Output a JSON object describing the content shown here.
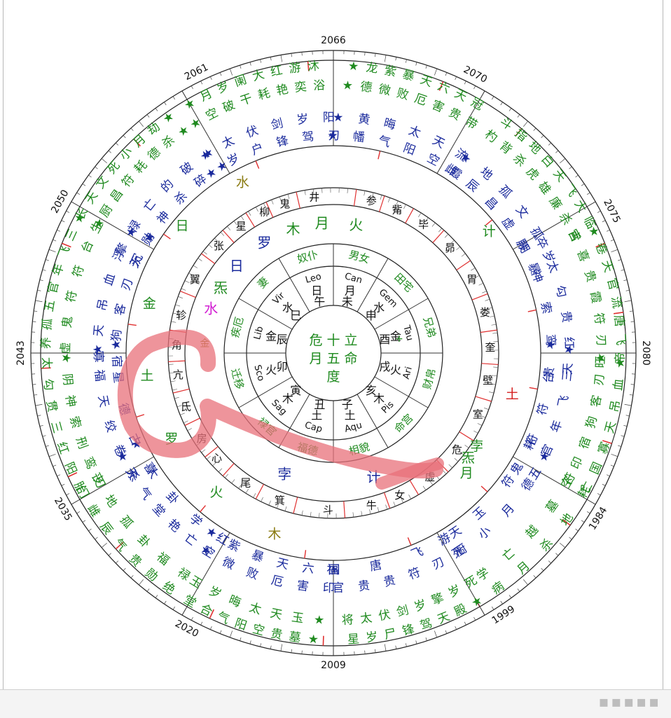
{
  "colors": {
    "blue": "#1a2a9c",
    "green": "#1f8a1f",
    "black": "#111111",
    "olive": "#8a7a10",
    "magenta": "#d21fd2",
    "red": "#d42020",
    "tickred": "#e03030",
    "highlight": "#e8707a"
  },
  "years": [
    {
      "t": "2066",
      "a": 90
    },
    {
      "t": "2070",
      "a": 63
    },
    {
      "t": "2075",
      "a": 27
    },
    {
      "t": "2080",
      "a": 0
    },
    {
      "t": "1984",
      "a": -32
    },
    {
      "t": "1999",
      "a": -57
    },
    {
      "t": "2009",
      "a": -90
    },
    {
      "t": "2020",
      "a": -118
    },
    {
      "t": "2035",
      "a": -150
    },
    {
      "t": "2043",
      "a": 180
    },
    {
      "t": "2050",
      "a": 151
    },
    {
      "t": "2061",
      "a": 116
    }
  ],
  "outer_sectors": [
    {
      "a": 107,
      "rows": [
        {
          "r": 410,
          "t": "★月岁阑大红游沐",
          "c": "green"
        },
        {
          "r": 382,
          "t": "★空破干耗艳奕浴",
          "c": "green"
        },
        {
          "r": 336,
          "t": "★太伏剑岁阳",
          "c": "blue"
        },
        {
          "r": 310,
          "t": "★岁户锋驾刃",
          "c": "blue"
        }
      ]
    },
    {
      "a": 73,
      "rows": [
        {
          "r": 410,
          "t": "★龙紫暴天六天冠",
          "c": "green"
        },
        {
          "r": 382,
          "t": "★德微败厄害贵带",
          "c": "green"
        },
        {
          "r": 336,
          "t": "★黄晦太天流",
          "c": "blue"
        },
        {
          "r": 310,
          "t": "★幡气阳空霞",
          "c": "blue"
        }
      ]
    },
    {
      "a": 40,
      "rows": [
        {
          "r": 410,
          "t": "斗指地白天飞大临",
          "c": "green"
        },
        {
          "r": 382,
          "t": "杓背杀虎雄廉杀官",
          "c": "green"
        },
        {
          "r": 336,
          "t": "★地孤文孤岁",
          "c": "blue"
        },
        {
          "r": 310,
          "t": "雌辰昌虚殿暴",
          "c": "blue"
        }
      ]
    },
    {
      "a": 12,
      "rows": [
        {
          "r": 410,
          "t": "★卷天官流唐飞帝",
          "c": "green"
        },
        {
          "r": 382,
          "t": "舌喜贵霞符刃旺",
          "c": "green"
        },
        {
          "r": 336,
          "t": "卒太勾贵红天",
          "c": "blue"
        },
        {
          "r": 310,
          "t": "阴神索鸾贵",
          "c": "blue"
        }
      ]
    },
    {
      "a": -15,
      "rows": [
        {
          "r": 410,
          "t": "★血吊天寡国亡",
          "c": "green"
        },
        {
          "r": 382,
          "t": "★刃客狗宿印空",
          "c": "green"
        },
        {
          "r": 336,
          "t": "★三飞年官五",
          "c": "blue"
        },
        {
          "r": 310,
          "t": "★台符符鬼",
          "c": "blue"
        }
      ]
    },
    {
      "a": -42,
      "rows": [
        {
          "r": 410,
          "t": "耗地杀月病",
          "c": "green"
        },
        {
          "r": 382,
          "t": "符墓越亡学",
          "c": "green"
        },
        {
          "r": 336,
          "t": "★德月小死",
          "c": "blue"
        },
        {
          "r": 310,
          "t": "耗符玉游",
          "c": "blue"
        }
      ]
    },
    {
      "a": -73,
      "rows": [
        {
          "r": 410,
          "t": "★殿天驾锋尸岁星",
          "c": "green"
        },
        {
          "r": 382,
          "t": "死岁擎岁剑伏太将",
          "c": "green"
        },
        {
          "r": 336,
          "t": "厨刃符贵贵官",
          "c": "blue"
        },
        {
          "r": 310,
          "t": "天飞唐福",
          "c": "blue"
        }
      ]
    },
    {
      "a": -107,
      "rows": [
        {
          "r": 410,
          "t": "★墓贵空阳气合堂",
          "c": "green"
        },
        {
          "r": 382,
          "t": "★玉天太晦岁玉",
          "c": "green"
        },
        {
          "r": 336,
          "t": "印害厄败微★",
          "c": "blue"
        },
        {
          "r": 310,
          "t": "国六天暴紫★",
          "c": "blue"
        }
      ]
    },
    {
      "a": -138,
      "rows": [
        {
          "r": 410,
          "t": "绝勋贵气辰雌门",
          "c": "green"
        },
        {
          "r": 382,
          "t": "禄福卦孤地丧",
          "c": "green"
        },
        {
          "r": 336,
          "t": "空亡艳堂气杀★",
          "c": "blue"
        },
        {
          "r": 310,
          "t": "红学卦大★",
          "c": "blue"
        }
      ]
    },
    {
      "a": -165,
      "rows": [
        {
          "r": 410,
          "t": "胎阳红三贯勾太",
          "c": "green"
        },
        {
          "r": 382,
          "t": "刃鸾刑索神阴★",
          "c": "green"
        },
        {
          "r": 336,
          "t": "天卷绞天福★",
          "c": "blue"
        },
        {
          "r": 310,
          "t": "喜古德星★",
          "c": "blue"
        }
      ]
    },
    {
      "a": 165,
      "rows": [
        {
          "r": 410,
          "t": "养孤五官年飞三★",
          "c": "green"
        },
        {
          "r": 382,
          "t": "虚鬼符符台★",
          "c": "green"
        },
        {
          "r": 336,
          "t": "寡天吊血浮★",
          "c": "blue"
        },
        {
          "r": 310,
          "t": "宿狗客刃沉★",
          "c": "blue"
        }
      ]
    },
    {
      "a": 138,
      "rows": [
        {
          "r": 410,
          "t": "长天文死小月劫★",
          "c": "green"
        },
        {
          "r": 382,
          "t": "生厨昌符耗德杀★",
          "c": "green"
        },
        {
          "r": 336,
          "t": "擎禄亡的破★",
          "c": "blue"
        },
        {
          "r": 310,
          "t": "天勋神杀碎★",
          "c": "blue"
        }
      ]
    }
  ],
  "mansions": [
    {
      "t": "井",
      "a": 97
    },
    {
      "t": "鬼",
      "a": 108
    },
    {
      "t": "柳",
      "a": 116
    },
    {
      "t": "星",
      "a": 126
    },
    {
      "t": "张",
      "a": 137
    },
    {
      "t": "翼",
      "a": 152
    },
    {
      "t": "轸",
      "a": 166
    },
    {
      "t": "角",
      "a": 177
    },
    {
      "t": "亢",
      "a": 188
    },
    {
      "t": "氐",
      "a": 200
    },
    {
      "t": "房",
      "a": 213
    },
    {
      "t": "心",
      "a": 222
    },
    {
      "t": "尾",
      "a": 236
    },
    {
      "t": "箕",
      "a": 250
    },
    {
      "t": "斗",
      "a": 268
    },
    {
      "t": "牛",
      "a": 284
    },
    {
      "t": "女",
      "a": 295
    },
    {
      "t": "虚",
      "a": 308
    },
    {
      "t": "危",
      "a": 322
    },
    {
      "t": "室",
      "a": 337
    },
    {
      "t": "壁",
      "a": 350
    },
    {
      "t": "奎",
      "a": 2
    },
    {
      "t": "娄",
      "a": 15
    },
    {
      "t": "胃",
      "a": 28
    },
    {
      "t": "昴",
      "a": 42
    },
    {
      "t": "毕",
      "a": 55
    },
    {
      "t": "觜",
      "a": 66
    },
    {
      "t": "参",
      "a": 76
    }
  ],
  "mansion_ring_glyphs": [
    {
      "t": "水",
      "a": 118,
      "r": 276,
      "c": "olive"
    },
    {
      "t": "日",
      "a": 140,
      "r": 282,
      "c": "green"
    },
    {
      "t": "金",
      "a": 165,
      "r": 272,
      "c": "green"
    },
    {
      "t": "土",
      "a": 187,
      "r": 268,
      "c": "green"
    },
    {
      "t": "罗",
      "a": 208,
      "r": 262,
      "c": "green"
    },
    {
      "t": "火",
      "a": 230,
      "r": 260,
      "c": "green"
    },
    {
      "t": "木",
      "a": 252,
      "r": 272,
      "c": "olive"
    },
    {
      "t": "计",
      "a": 38,
      "r": 282,
      "c": "green"
    },
    {
      "t": "土",
      "a": -13,
      "r": 262,
      "c": "red"
    },
    {
      "t": "孛",
      "a": -33,
      "r": 244,
      "c": "green"
    },
    {
      "t": "月",
      "a": -42,
      "r": 256,
      "c": "green"
    },
    {
      "t": "炁",
      "a": -38,
      "r": 244,
      "c": "green"
    }
  ],
  "stars_ring": [
    {
      "t": "月",
      "a": 95,
      "c": "green"
    },
    {
      "t": "火",
      "a": 80,
      "c": "green"
    },
    {
      "t": "木",
      "a": 108,
      "c": "green"
    },
    {
      "t": "罗",
      "a": 122,
      "c": "blue"
    },
    {
      "t": "日",
      "a": 138,
      "c": "blue"
    },
    {
      "t": "炁",
      "a": 150,
      "c": "green"
    },
    {
      "t": "水",
      "a": 160,
      "c": "magenta"
    },
    {
      "t": "孛",
      "a": -112,
      "c": "blue"
    },
    {
      "t": "计",
      "a": -72,
      "c": "blue"
    }
  ],
  "palaces": [
    {
      "t": "奴仆",
      "a": 105
    },
    {
      "t": "男女",
      "a": 75
    },
    {
      "t": "田宅",
      "a": 45
    },
    {
      "t": "兄弟",
      "a": 15
    },
    {
      "t": "财帛",
      "a": -15
    },
    {
      "t": "命宫",
      "a": -45
    },
    {
      "t": "福德",
      "a": -105
    },
    {
      "t": "禄官",
      "a": -132
    },
    {
      "t": "迁移",
      "a": -165
    },
    {
      "t": "疾厄",
      "a": 165
    },
    {
      "t": "妻",
      "a": 135
    },
    {
      "t": "相貌",
      "a": -75
    }
  ],
  "signs": [
    {
      "t": "Leo",
      "a": 105
    },
    {
      "t": "Can",
      "a": 75
    },
    {
      "t": "Gem",
      "a": 45
    },
    {
      "t": "Tau",
      "a": 15
    },
    {
      "t": "Ari",
      "a": -15
    },
    {
      "t": "Pis",
      "a": -45
    },
    {
      "t": "Aqu",
      "a": -75
    },
    {
      "t": "Cap",
      "a": -105
    },
    {
      "t": "Sag",
      "a": -135
    },
    {
      "t": "Sco",
      "a": -165
    },
    {
      "t": "Lib",
      "a": 165
    },
    {
      "t": "Vir",
      "a": 135
    }
  ],
  "branches": [
    {
      "a": 105,
      "top": "日",
      "bot": "午"
    },
    {
      "a": 75,
      "top": "月",
      "bot": "未"
    },
    {
      "a": 45,
      "top": "水",
      "bot": "申"
    },
    {
      "a": 15,
      "top": "金",
      "bot": "酉"
    },
    {
      "a": -15,
      "top": "火",
      "bot": "戌"
    },
    {
      "a": -45,
      "top": "木",
      "bot": "亥"
    },
    {
      "a": -75,
      "top": "土",
      "bot": "子"
    },
    {
      "a": -105,
      "top": "土",
      "bot": "丑"
    },
    {
      "a": -135,
      "top": "木",
      "bot": "寅"
    },
    {
      "a": -165,
      "top": "火",
      "bot": "卯"
    },
    {
      "a": 165,
      "top": "金",
      "bot": "辰"
    },
    {
      "a": 135,
      "top": "水",
      "bot": "巳"
    }
  ],
  "center": {
    "l1": "危 十 立",
    "l2": "月 五 命",
    "l3": "度"
  },
  "notes": {
    "jin": "金",
    "plus": "+"
  }
}
